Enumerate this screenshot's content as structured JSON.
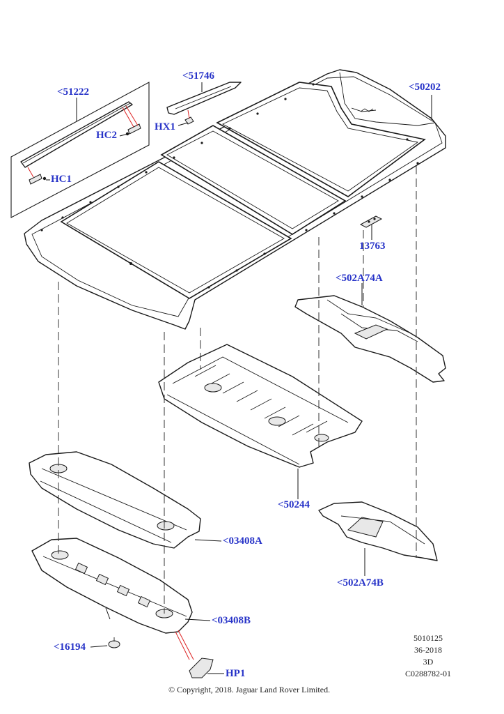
{
  "labels": {
    "l51746": "<51746",
    "l51222": "<51222",
    "l50202": "<50202",
    "hx1": "HX1",
    "hc2": "HC2",
    "hc1": "HC1",
    "l13763": "13763",
    "l502A74A": "<502A74A",
    "l50244": "<50244",
    "l502A74B": "<502A74B",
    "l03408A": "<03408A",
    "l03408B": "<03408B",
    "l16194": "<16194",
    "hp1": "HP1"
  },
  "meta": {
    "code1": "5010125",
    "code2": "36-2018",
    "code3": "3D",
    "code4": "C0288782-01"
  },
  "copyright": "© Copyright, 2018. Jaguar Land Rover Limited.",
  "colors": {
    "label": "#2733c8",
    "highlight_line": "#d22222"
  }
}
